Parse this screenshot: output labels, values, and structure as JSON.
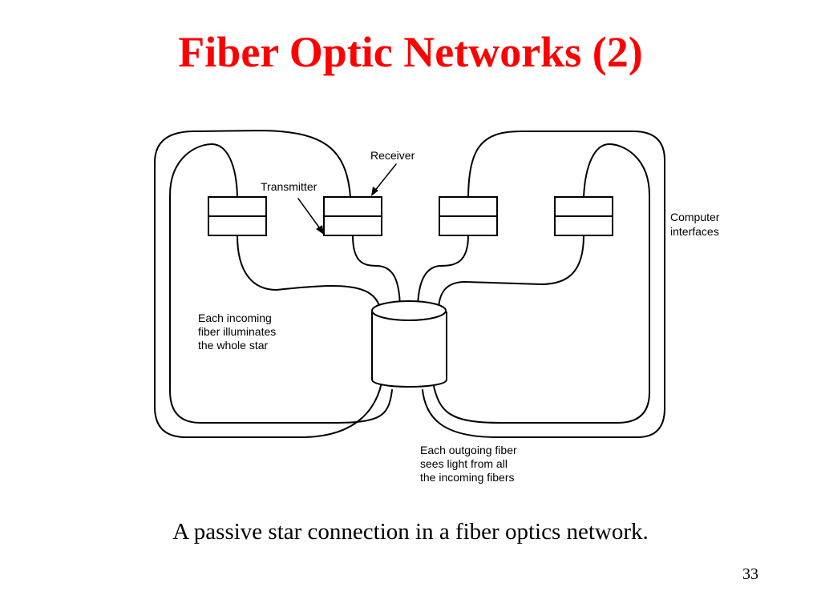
{
  "slide": {
    "title": "Fiber Optic Networks (2)",
    "caption": "A passive star connection in a fiber optics network.",
    "page_number": "33"
  },
  "diagram": {
    "labels": {
      "receiver": "Receiver",
      "transmitter": "Transmitter",
      "computer_interfaces": [
        "Computer",
        "interfaces"
      ],
      "incoming_note": [
        "Each incoming",
        "fiber illuminates",
        "the whole star"
      ],
      "outgoing_note": [
        "Each outgoing fiber",
        "sees light from all",
        "the incoming fibers"
      ]
    },
    "interface_count": 4
  },
  "colors": {
    "title": "#ff0000",
    "ink": "#000000",
    "background": "#ffffff"
  }
}
